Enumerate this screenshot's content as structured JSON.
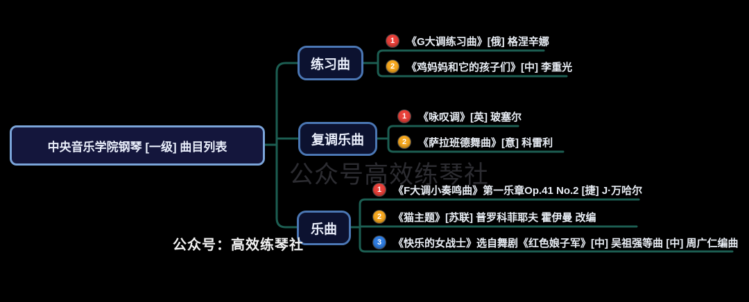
{
  "root": {
    "label": "中央音乐学院钢琴 [一级] 曲目列表"
  },
  "branches": [
    {
      "label": "练习曲",
      "items": [
        {
          "num": "1",
          "text": "《G大调练习曲》[俄] 格涅辛娜"
        },
        {
          "num": "2",
          "text": "《鸡妈妈和它的孩子们》[中] 李重光"
        }
      ]
    },
    {
      "label": "复调乐曲",
      "items": [
        {
          "num": "1",
          "text": "《咏叹调》[英] 玻塞尔"
        },
        {
          "num": "2",
          "text": "《萨拉班德舞曲》[意] 科雷利"
        }
      ]
    },
    {
      "label": "乐曲",
      "items": [
        {
          "num": "1",
          "text": "《F大调小奏鸣曲》第一乐章Op.41 No.2 [捷] J·万哈尔"
        },
        {
          "num": "2",
          "text": "《猫主题》[苏联] 普罗科菲耶夫 霍伊曼 改编"
        },
        {
          "num": "3",
          "text": "《快乐的女战士》选自舞剧《红色娘子军》[中] 吴祖强等曲 [中] 周广仁编曲"
        }
      ]
    }
  ],
  "watermark": {
    "center_text": "公众号高效练琴社",
    "footer_text": "公众号：高效练琴社"
  },
  "colors": {
    "background": "#000000",
    "connector_line": "#1c5e52",
    "node_fill": "#0c1230",
    "root_border": "#7ba5da",
    "branch_border": "#4b77b4",
    "badge_red": "#e8413a",
    "badge_amber": "#f5a71f",
    "badge_blue": "#2f7de1",
    "node_text": "#eaeffb"
  }
}
